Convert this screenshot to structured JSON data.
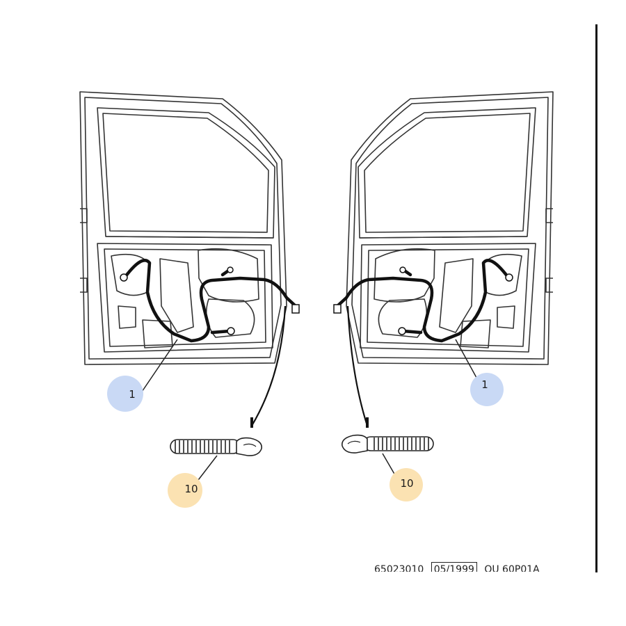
{
  "callouts": {
    "left_harness": "1",
    "right_harness": "1",
    "left_grommet": "10",
    "right_grommet": "10"
  },
  "colors": {
    "harness_callout": "#c9d9f5",
    "grommet_callout": "#fbe2b2",
    "line": "#333333",
    "harness": "#111111"
  },
  "footer": {
    "ref_code": "65023010",
    "date": "05/1999",
    "doc_code": "OU 60P01A"
  }
}
